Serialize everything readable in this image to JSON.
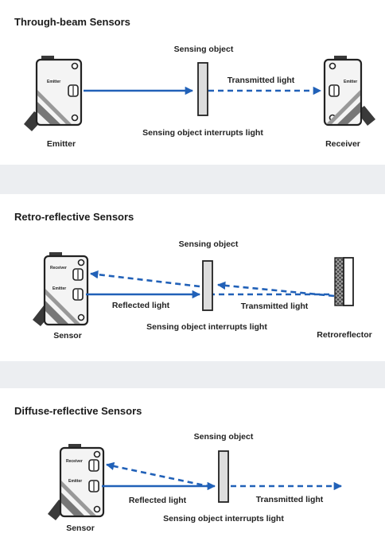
{
  "colors": {
    "beam": "#2161b8",
    "outline": "#222222",
    "sensor_fill": "#f4f4f4",
    "object_fill": "#dddddd"
  },
  "panel1": {
    "title": "Through-beam Sensors",
    "sensing_object": "Sensing object",
    "transmitted": "Transmitted light",
    "interrupts": "Sensing object interrupts light",
    "emitter_label": "Emitter",
    "receiver_label": "Receiver",
    "emitter_tag": "Emitter",
    "receiver_tag": "Emitter"
  },
  "panel2": {
    "title": "Retro-reflective Sensors",
    "sensing_object": "Sensing object",
    "reflected": "Reflected light",
    "transmitted": "Transmitted light",
    "interrupts": "Sensing object interrupts light",
    "sensor_label": "Sensor",
    "retro_label": "Retroreflector",
    "receiver_tag": "Receiver",
    "emitter_tag": "Emitter"
  },
  "panel3": {
    "title": "Diffuse-reflective Sensors",
    "sensing_object": "Sensing object",
    "reflected": "Reflected light",
    "transmitted": "Transmitted light",
    "interrupts": "Sensing object interrupts light",
    "sensor_label": "Sensor",
    "receiver_tag": "Receiver",
    "emitter_tag": "Emitter"
  }
}
